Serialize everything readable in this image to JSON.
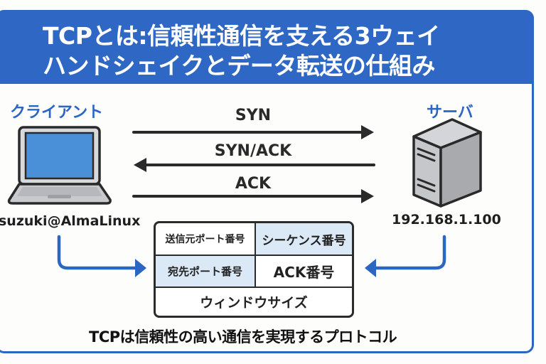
{
  "title": {
    "line1": "TCPとは:信頼性通信を支える3ウェイ",
    "line2": "ハンドシェイクとデータ転送の仕組み"
  },
  "client": {
    "role": "クライアント",
    "host": "suzuki@AlmaLinux",
    "icon": "laptop-icon"
  },
  "server": {
    "role": "サーバ",
    "host": "192.168.1.100",
    "icon": "server-icon"
  },
  "handshake": [
    {
      "label": "SYN",
      "direction": "client-to-server"
    },
    {
      "label": "SYN/ACK",
      "direction": "server-to-client"
    },
    {
      "label": "ACK",
      "direction": "client-to-server"
    }
  ],
  "tcp_header": {
    "cells": [
      {
        "label": "送信元ポート番号",
        "highlighted": false
      },
      {
        "label": "シーケンス番号",
        "highlighted": true
      },
      {
        "label": "宛先ポート番号",
        "highlighted": true
      },
      {
        "label": "ACK番号",
        "highlighted": false
      },
      {
        "label": "ウィンドウサイズ",
        "highlighted": false
      }
    ]
  },
  "caption": "TCPは信頼性の高い通信を実現するプロトコル",
  "colors": {
    "accent": "#2e68c4",
    "arrow": "#2b66c2",
    "dark": "#2a2a2a",
    "cell_highlight": "#dbe8f6",
    "screen": "#4a90d9"
  }
}
